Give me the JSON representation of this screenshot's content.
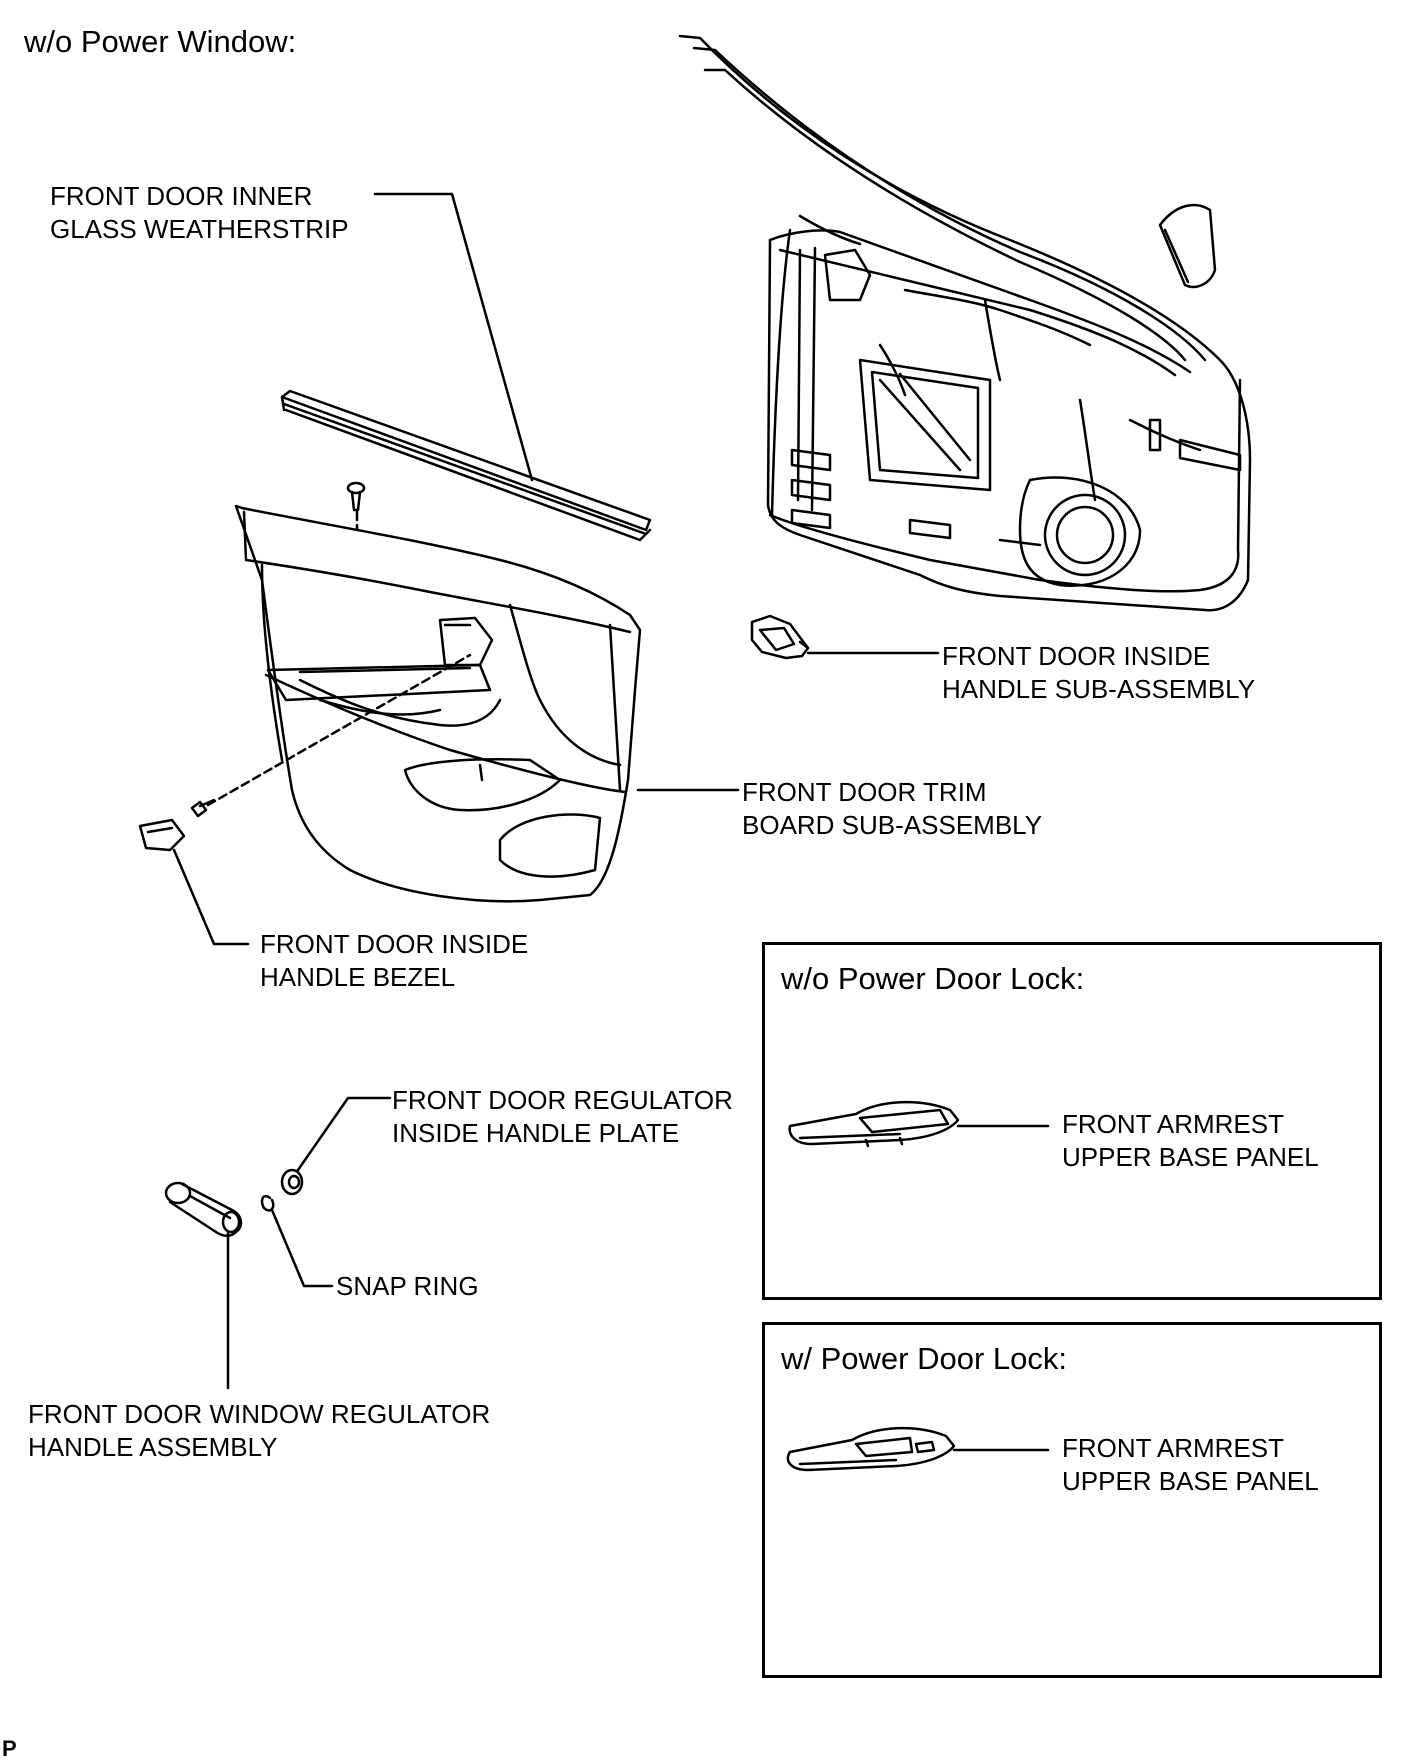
{
  "header": {
    "title": "w/o Power Window:"
  },
  "labels": {
    "inner_weatherstrip": [
      "FRONT DOOR INNER",
      "GLASS WEATHERSTRIP"
    ],
    "inside_handle_subassembly": [
      "FRONT DOOR INSIDE",
      "HANDLE SUB-ASSEMBLY"
    ],
    "trim_board": [
      "FRONT DOOR TRIM",
      "BOARD SUB-ASSEMBLY"
    ],
    "inside_handle_bezel": [
      "FRONT DOOR INSIDE",
      "HANDLE BEZEL"
    ],
    "regulator_handle_plate": [
      "FRONT DOOR REGULATOR",
      "INSIDE HANDLE PLATE"
    ],
    "snap_ring": [
      "SNAP RING"
    ],
    "window_regulator_handle": [
      "FRONT DOOR WINDOW REGULATOR",
      "HANDLE ASSEMBLY"
    ]
  },
  "inset_without_lock": {
    "title": "w/o Power Door Lock:",
    "label": [
      "FRONT ARMREST",
      "UPPER BASE PANEL"
    ]
  },
  "inset_with_lock": {
    "title": "w/ Power Door Lock:",
    "label": [
      "FRONT ARMREST",
      "UPPER BASE PANEL"
    ]
  },
  "footer": {
    "code": "P"
  }
}
